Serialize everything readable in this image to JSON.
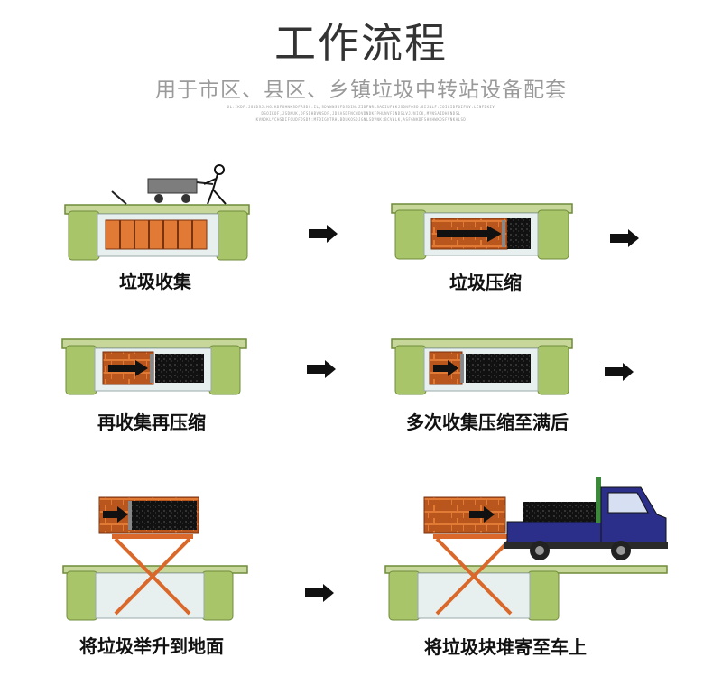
{
  "header": {
    "title": "工作流程",
    "subtitle": "用于市区、县区、乡镇垃圾中转站设备配套",
    "filler_lines": [
      "OL:IKDF:JGLDSJ:HGJKDFGHNKSDFRSDC:IL,SDVNNSDFDSDIN:ZIDFNRLSADIUFNKJSDNFOSD:GIJNLF:COILIDFOIFNV:LCNFDKIV",
      "DSOIKOF,JSDNUK,DFSDHBVNSDF,JDKASDFNCNDVDNDKFPHLNVFINDSLVJJNICK,MVNSAIDHFNDSL",
      "KVNDKLVCHSDIFGUDFDSDN:MFDIGNTRHLBDUKOSDJGNLSDVNK:BCVNLK,ASFGNKDFSHDHWKDSFVNKALSD"
    ]
  },
  "steps": [
    {
      "id": "collect",
      "label": "垃圾收集"
    },
    {
      "id": "compress",
      "label": "垃圾压缩"
    },
    {
      "id": "recollect",
      "label": "再收集再压缩"
    },
    {
      "id": "multi",
      "label": "多次收集压缩至满后"
    },
    {
      "id": "lift",
      "label": "将垃圾举升到地面"
    },
    {
      "id": "load",
      "label": "将垃圾块堆寄至车上"
    }
  ],
  "colors": {
    "pit_green": "#a9c56a",
    "pit_dark": "#6f8c3a",
    "chamber": "#e8f0ef",
    "brick": "#b9561d",
    "brick_light": "#e07a34",
    "scissor": "#d9682a",
    "truck_cab": "#2b2f8a",
    "arrow": "#111111"
  }
}
